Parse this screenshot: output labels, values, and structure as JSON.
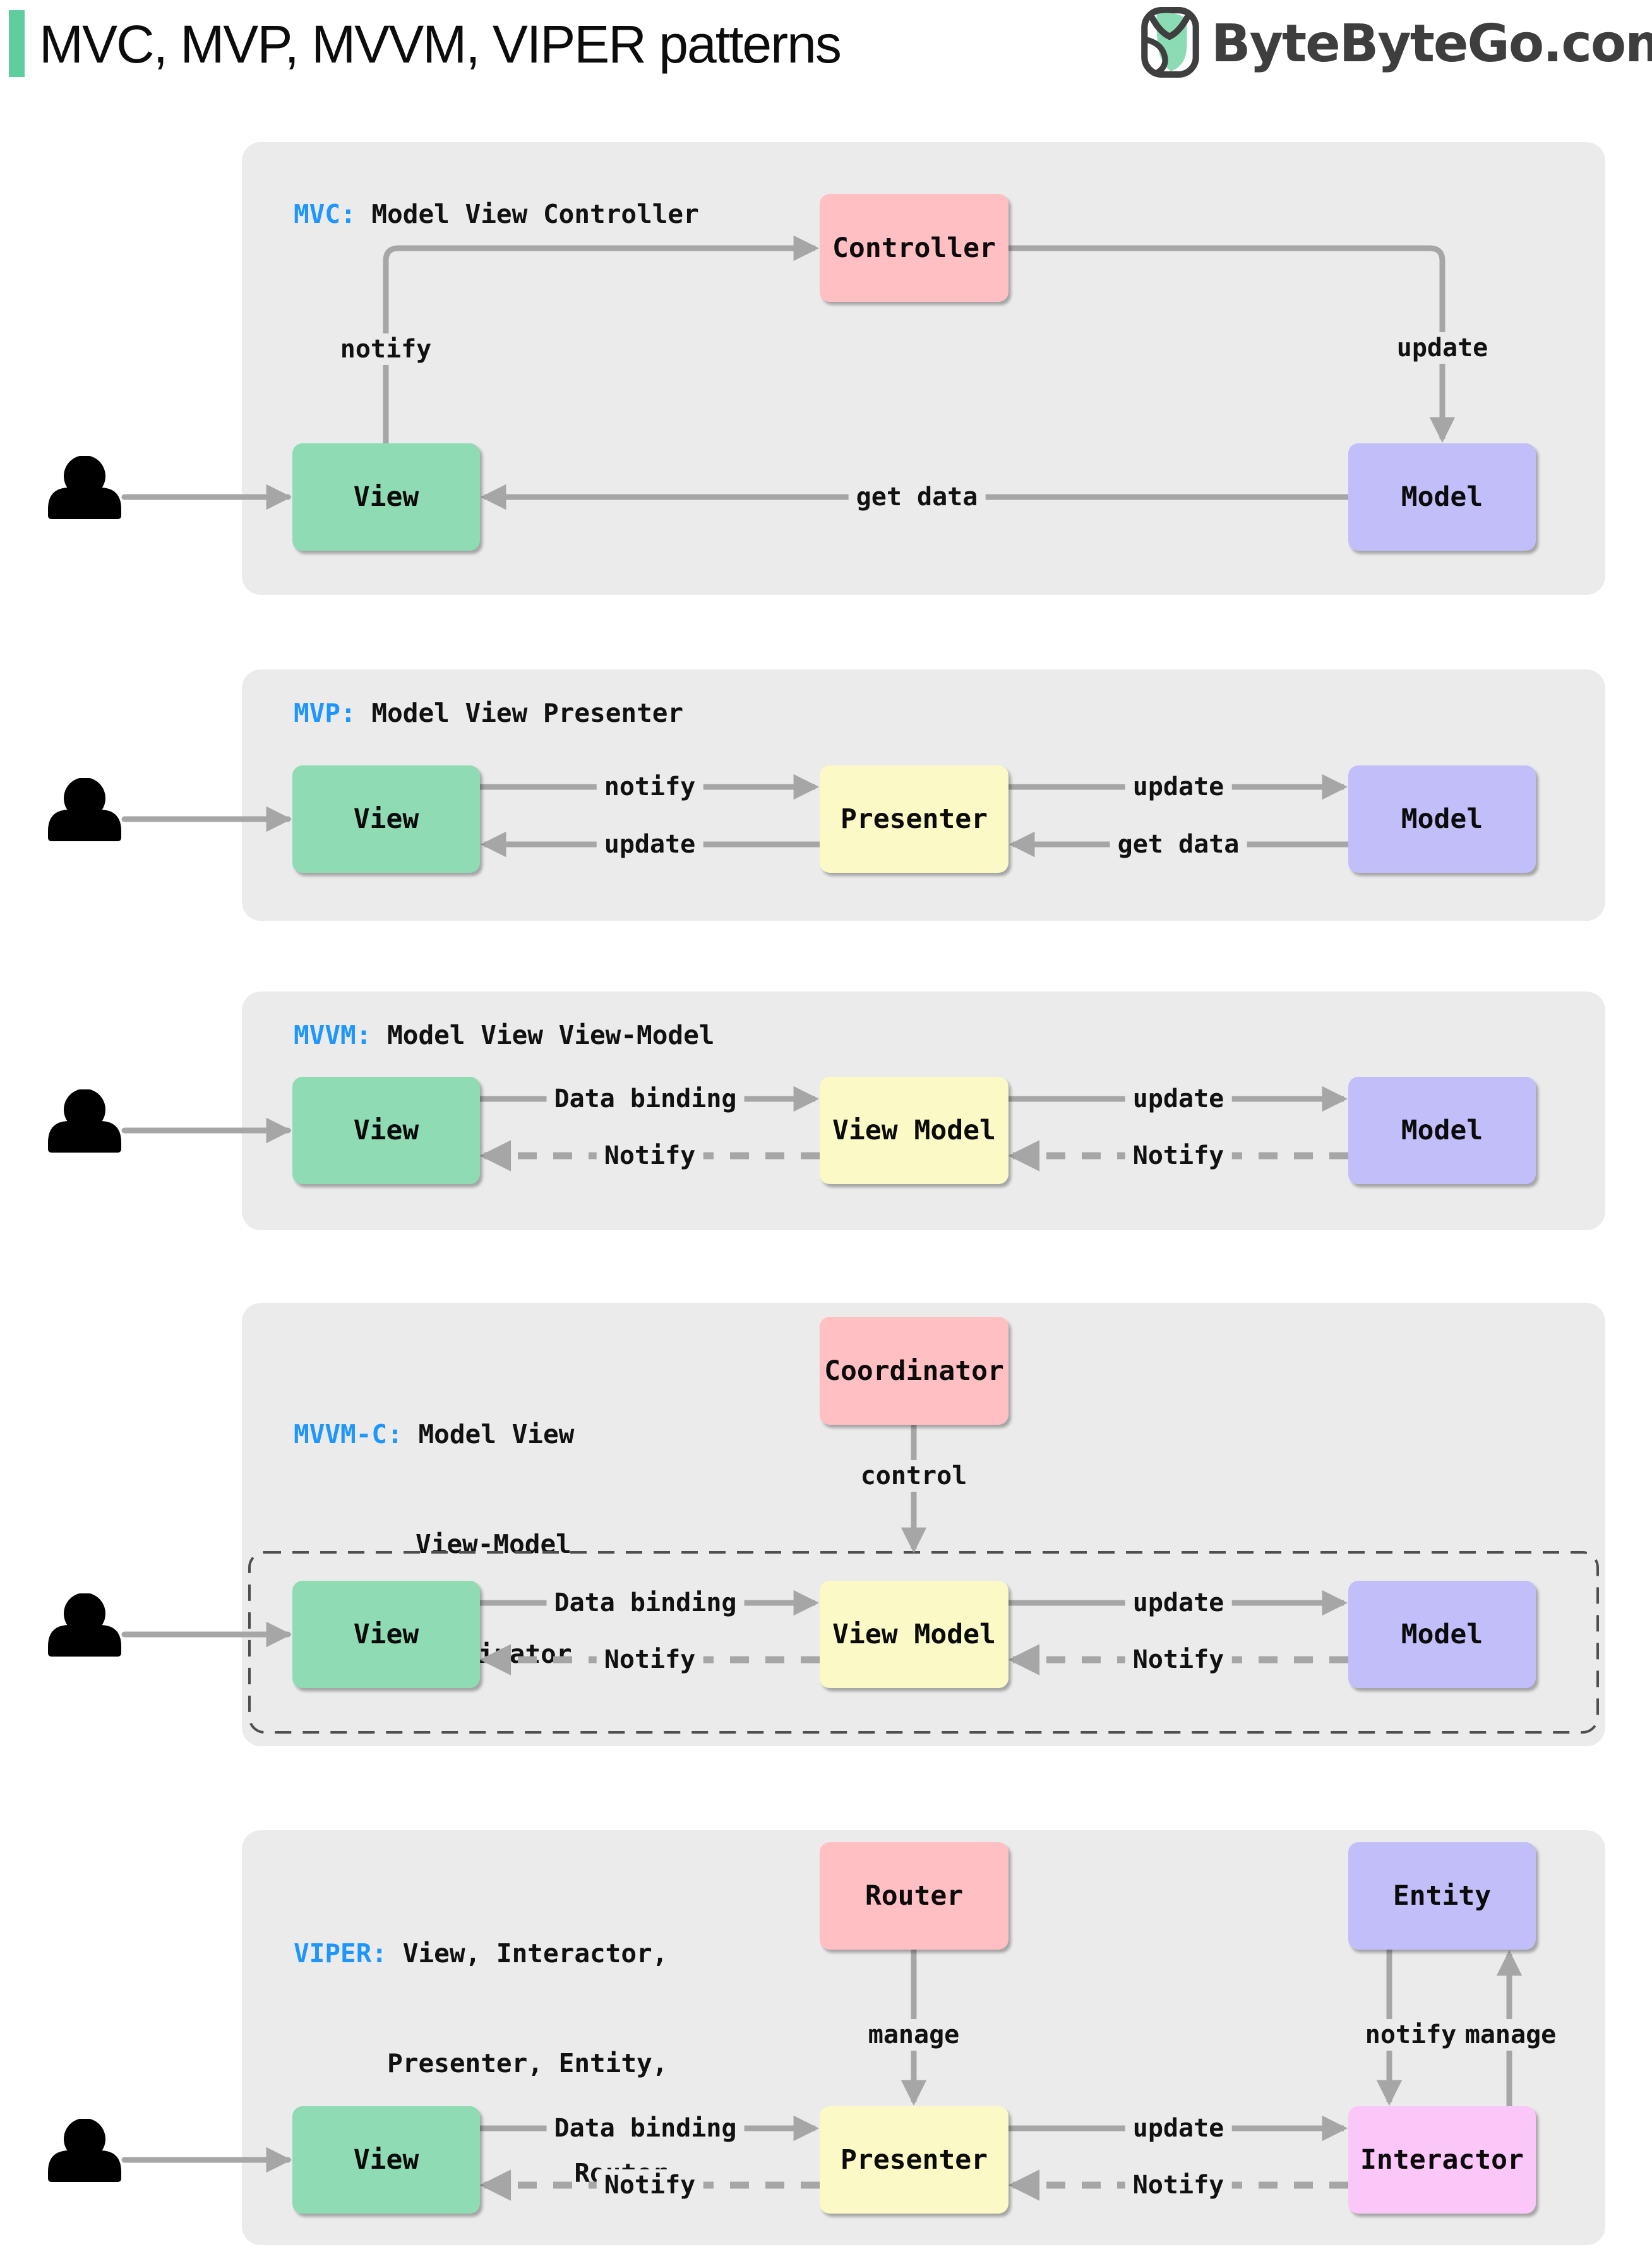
{
  "header": {
    "title": "MVC, MVP, MVVM, VIPER patterns",
    "logo_text": "ByteByteGo.com"
  },
  "colors": {
    "accent_bar": "#5fce9f",
    "panel_background": "#ebebeb",
    "arrow_gray": "#a6a6a6",
    "tag_blue": "#1e96fc",
    "node_green": "#8edbb4",
    "node_yellow": "#fbf9c6",
    "node_pink": "#ffbfc3",
    "node_purple": "#c2befa",
    "node_magenta": "#fbc7f9",
    "logo_text_color": "#3e3e3e"
  },
  "panels": {
    "mvc": {
      "tag": "MVC:",
      "desc": " Model View Controller",
      "boxes": {
        "controller": "Controller",
        "view": "View",
        "model": "Model"
      },
      "labels": {
        "notify": "notify",
        "update": "update",
        "get_data": "get data"
      }
    },
    "mvp": {
      "tag": "MVP:",
      "desc": " Model View Presenter",
      "boxes": {
        "view": "View",
        "presenter": "Presenter",
        "model": "Model"
      },
      "labels": {
        "notify": "notify",
        "update_right": "update",
        "update_left": "update",
        "get_data": "get data"
      }
    },
    "mvvm": {
      "tag": "MVVM:",
      "desc": " Model View View-Model",
      "boxes": {
        "view": "View",
        "view_model": "View Model",
        "model": "Model"
      },
      "labels": {
        "data_binding": "Data binding",
        "update": "update",
        "notify_left": "Notify",
        "notify_right": "Notify"
      }
    },
    "mvvmc": {
      "tag": "MVVM-C:",
      "desc_line1": " Model View",
      "desc_line2": "View-Model",
      "desc_line3": "Coordinator",
      "boxes": {
        "coordinator": "Coordinator",
        "view": "View",
        "view_model": "View Model",
        "model": "Model"
      },
      "labels": {
        "control": "control",
        "data_binding": "Data binding",
        "update": "update",
        "notify_left": "Notify",
        "notify_right": "Notify"
      }
    },
    "viper": {
      "tag": "VIPER:",
      "desc_line1": " View, Interactor,",
      "desc_line2": "Presenter, Entity,",
      "desc_line3": "Router",
      "boxes": {
        "router": "Router",
        "entity": "Entity",
        "view": "View",
        "presenter": "Presenter",
        "interactor": "Interactor"
      },
      "labels": {
        "manage_router": "manage",
        "notify_entity": "notify",
        "manage_entity": "manage",
        "data_binding": "Data binding",
        "update": "update",
        "notify_left": "Notify",
        "notify_right": "Notify"
      }
    }
  }
}
